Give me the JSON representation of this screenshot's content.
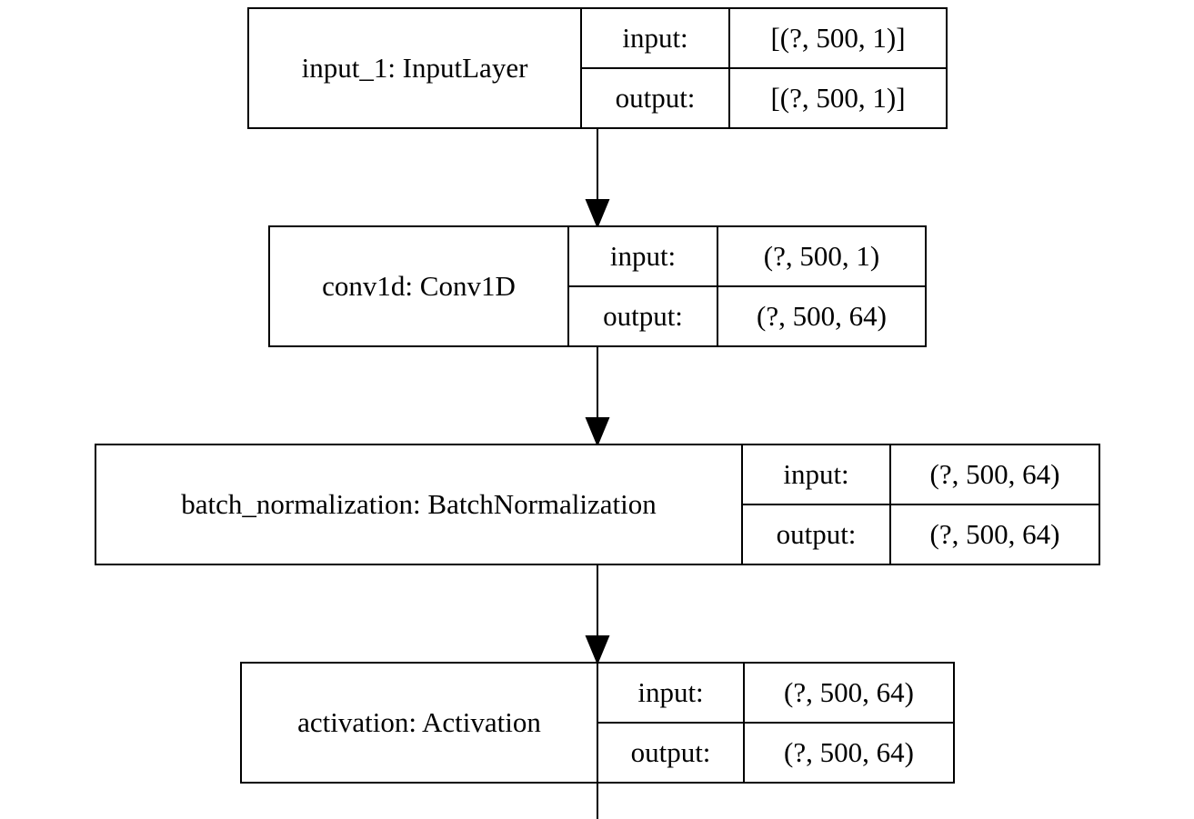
{
  "layers": [
    {
      "name": "input_1: InputLayer",
      "input_label": "input:",
      "output_label": "output:",
      "input_shape": "[(?, 500, 1)]",
      "output_shape": "[(?, 500, 1)]"
    },
    {
      "name": "conv1d: Conv1D",
      "input_label": "input:",
      "output_label": "output:",
      "input_shape": "(?, 500, 1)",
      "output_shape": "(?, 500, 64)"
    },
    {
      "name": "batch_normalization: BatchNormalization",
      "input_label": "input:",
      "output_label": "output:",
      "input_shape": "(?, 500, 64)",
      "output_shape": "(?, 500, 64)"
    },
    {
      "name": "activation: Activation",
      "input_label": "input:",
      "output_label": "output:",
      "input_shape": "(?, 500, 64)",
      "output_shape": "(?, 500, 64)"
    }
  ]
}
